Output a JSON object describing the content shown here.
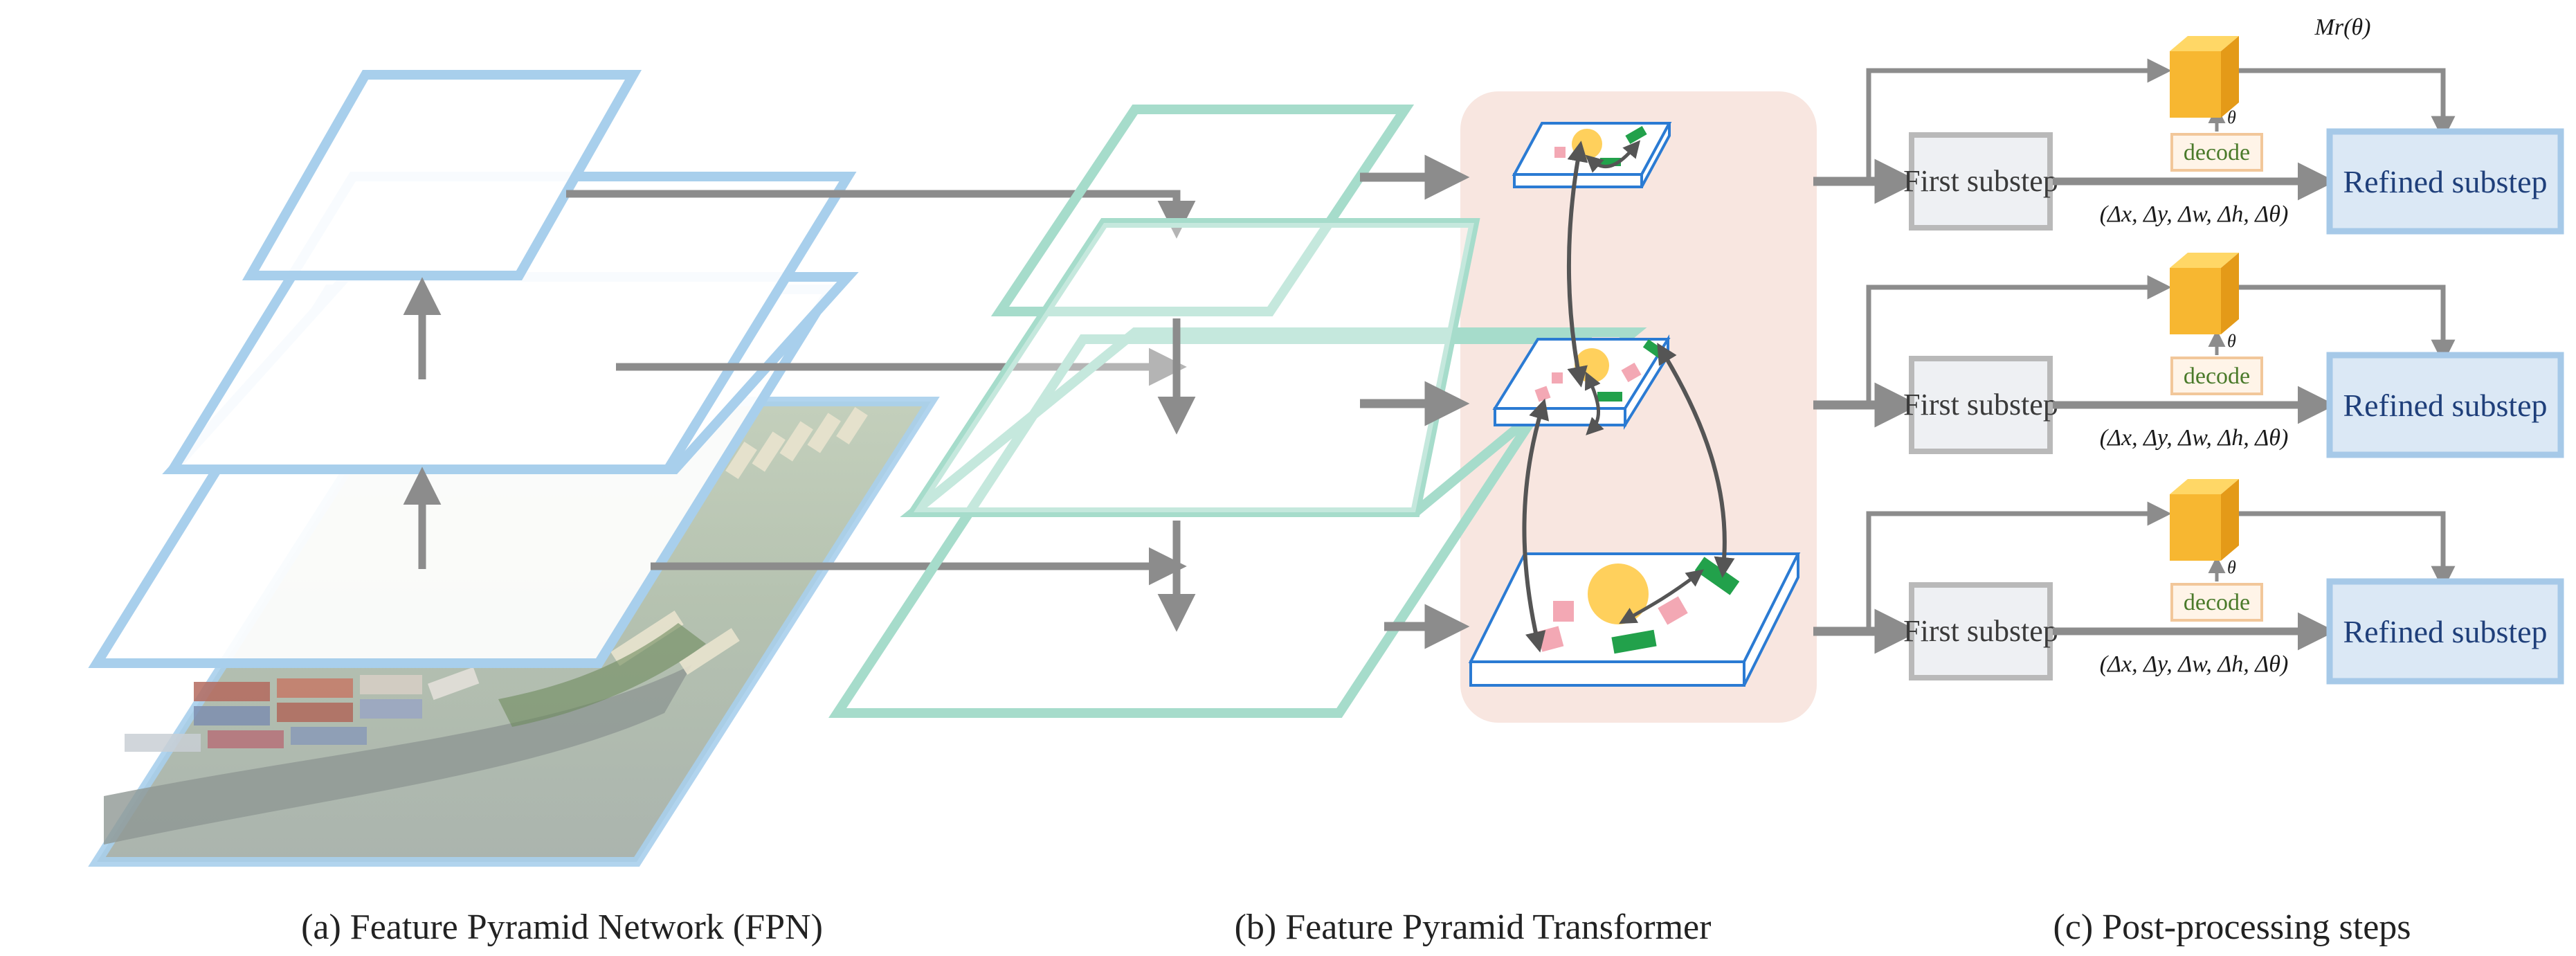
{
  "captions": {
    "fpn": "(a) Feature Pyramid Network (FPN)",
    "fpt": "(b) Feature Pyramid Transformer",
    "post": "(c) Post-processing steps"
  },
  "post_processing": {
    "rows": [
      {
        "first_label": "First substep",
        "refined_label": "Refined substep",
        "decode_label": "decode",
        "theta_label": "θ",
        "delta_label": "(Δx, Δy, Δw, Δh, Δθ)"
      },
      {
        "first_label": "First substep",
        "refined_label": "Refined substep",
        "decode_label": "decode",
        "theta_label": "θ",
        "delta_label": "(Δx, Δy, Δw, Δh, Δθ)"
      },
      {
        "first_label": "First substep",
        "refined_label": "Refined substep",
        "decode_label": "decode",
        "theta_label": "θ",
        "delta_label": "(Δx, Δy, Δw, Δh, Δθ)"
      }
    ],
    "mr_label": "Mr(θ)"
  },
  "colors": {
    "fpn_layer": "#a8cfec",
    "fpt_layer": "#a6dccb",
    "arrow": "#8c8c8c",
    "fpt_panel": "#f8e6e0",
    "first_box_fill": "#eef0f3",
    "first_box_stroke": "#b9b9b9",
    "refined_box_fill": "#dbe8f5",
    "refined_box_stroke": "#a6c9e8",
    "decode_fill": "#fff4e8",
    "decode_stroke": "#f2c79a",
    "cube_front": "#f7b731",
    "cube_top": "#ffd766",
    "cube_side": "#e49a18",
    "slab_stroke": "#2b7bd3",
    "circle": "#ffd05c",
    "pink": "#f3a8b4",
    "green": "#22a14b"
  }
}
